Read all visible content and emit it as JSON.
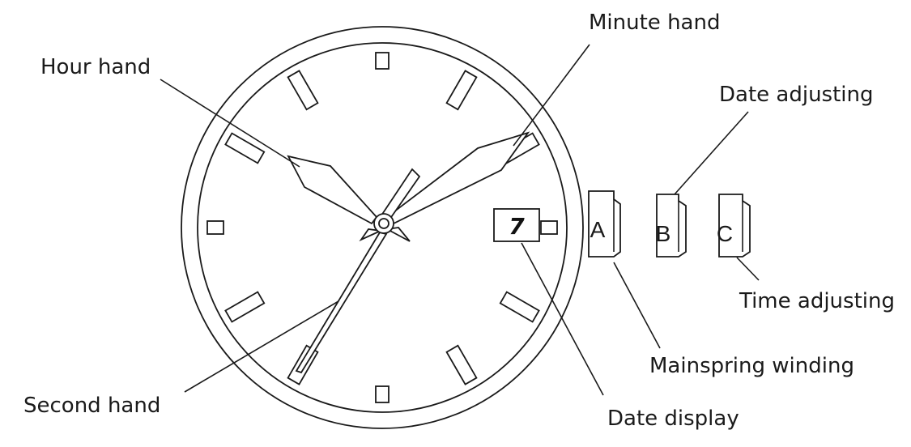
{
  "labels": {
    "hour_hand": "Hour hand",
    "minute_hand": "Minute hand",
    "second_hand": "Second hand",
    "date_adjusting": "Date adjusting",
    "time_adjusting": "Time adjusting",
    "mainspring_winding": "Mainspring winding",
    "date_display": "Date display"
  },
  "crown_positions": {
    "a": "A",
    "b": "B",
    "c": "C"
  },
  "date_window": {
    "value": "7"
  },
  "colors": {
    "stroke": "#1a1a1a",
    "background": "#ffffff"
  }
}
